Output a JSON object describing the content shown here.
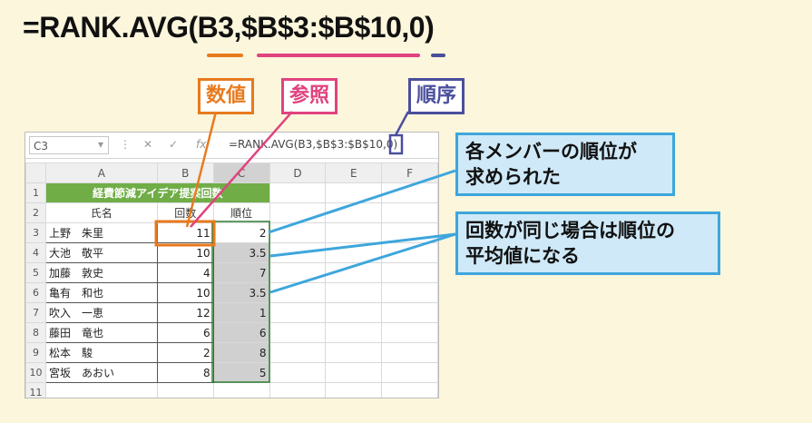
{
  "formula": {
    "prefix": "=RANK.AVG(",
    "arg1": "B3",
    "sep1": ",",
    "arg2": "$B$3:$B$10",
    "sep2": ",",
    "arg3": "0",
    "suffix": ")"
  },
  "tags": {
    "number": "数値",
    "ref": "参照",
    "order": "順序"
  },
  "callouts": {
    "rank_found": "各メンバーの順位が\n求められた",
    "tie_average": "回数が同じ場合は順位の\n平均値になる"
  },
  "colors": {
    "number": "#e87a1e",
    "ref": "#e0437f",
    "order": "#4a4f9c",
    "callout_border": "#3ea6dc",
    "title_fill": "#70ad47"
  },
  "excel": {
    "name_box": "C3",
    "formula_text": "=RANK.AVG(B3,$B$3:$B$10,0)",
    "columns": [
      "A",
      "B",
      "C",
      "D",
      "E",
      "F"
    ],
    "table_title": "経費節減アイデア提案回数",
    "headers": {
      "name": "氏名",
      "count": "回数",
      "rank": "順位"
    },
    "rows": [
      {
        "row": "3",
        "name": "上野　朱里",
        "count": "11",
        "rank": "2"
      },
      {
        "row": "4",
        "name": "大池　敬平",
        "count": "10",
        "rank": "3.5"
      },
      {
        "row": "5",
        "name": "加藤　敦史",
        "count": "4",
        "rank": "7"
      },
      {
        "row": "6",
        "name": "亀有　和也",
        "count": "10",
        "rank": "3.5"
      },
      {
        "row": "7",
        "name": "吹入　一恵",
        "count": "12",
        "rank": "1"
      },
      {
        "row": "8",
        "name": "藤田　竜也",
        "count": "6",
        "rank": "6"
      },
      {
        "row": "9",
        "name": "松本　駿",
        "count": "2",
        "rank": "8"
      },
      {
        "row": "10",
        "name": "宮坂　あおい",
        "count": "8",
        "rank": "5"
      }
    ],
    "row_numbers": [
      "1",
      "2",
      "11"
    ]
  }
}
